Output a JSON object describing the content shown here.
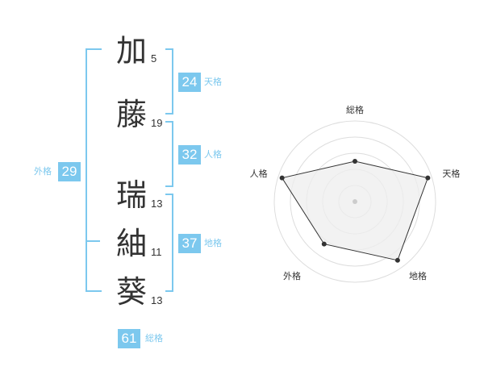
{
  "name": {
    "characters": [
      {
        "char": "加",
        "strokes": "5"
      },
      {
        "char": "藤",
        "strokes": "19"
      },
      {
        "char": "瑞",
        "strokes": "13"
      },
      {
        "char": "紬",
        "strokes": "11"
      },
      {
        "char": "葵",
        "strokes": "13"
      }
    ]
  },
  "fortunes": {
    "tenkaku": {
      "value": "24",
      "label": "天格"
    },
    "jinkaku": {
      "value": "32",
      "label": "人格"
    },
    "chikaku": {
      "value": "37",
      "label": "地格"
    },
    "gaikaku": {
      "value": "29",
      "label": "外格"
    },
    "soukaku": {
      "value": "61",
      "label": "総格"
    }
  },
  "chart_data": {
    "type": "radar",
    "axes": [
      "総格",
      "天格",
      "地格",
      "外格",
      "人格"
    ],
    "values": [
      0.5,
      0.95,
      0.9,
      0.65,
      0.95
    ],
    "max": 1,
    "rings": 5,
    "colors": {
      "fill": "#eeeeee",
      "line": "#333333",
      "ring": "#dddddd"
    }
  },
  "colors": {
    "accent": "#7cc8ee",
    "text": "#333333"
  }
}
